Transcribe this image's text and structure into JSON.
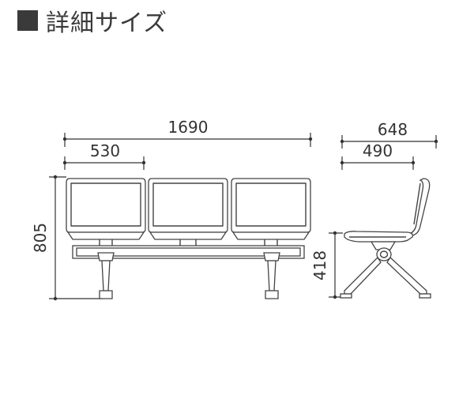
{
  "header": {
    "title": "詳細サイズ",
    "icon": "square-icon"
  },
  "dimensions": {
    "front": {
      "width": "1690",
      "seat_width": "530",
      "height": "805"
    },
    "side": {
      "depth": "648",
      "seat_depth": "490",
      "seat_height": "418"
    }
  },
  "colors": {
    "line": "#444444",
    "text": "#333333"
  }
}
